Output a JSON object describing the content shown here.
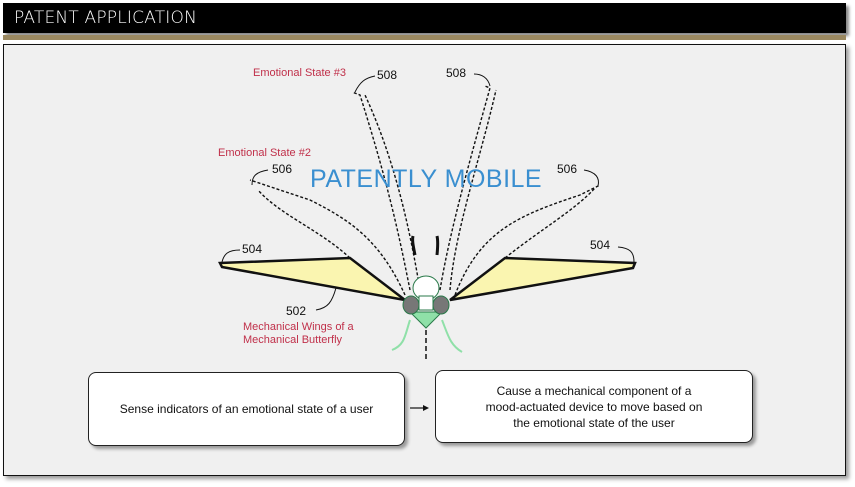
{
  "header": {
    "title": "PATENT APPLICATION"
  },
  "watermark": "PATENTLY MOBILE",
  "labels": {
    "state3": "Emotional State #3",
    "state2": "Emotional State #2",
    "wings": "Mechanical Wings of a",
    "wings2": "Mechanical Butterfly",
    "r508a": "508",
    "r508b": "508",
    "r506a": "506",
    "r506b": "506",
    "r504a": "504",
    "r504b": "504",
    "r502": "502"
  },
  "flow": {
    "step1": "Sense indicators of an emotional state of a user",
    "step2_l1": "Cause a mechanical component of a",
    "step2_l2": "mood-actuated device to move based on",
    "step2_l3": "the emotional state of the user"
  },
  "colors": {
    "wing": "#faf5b0",
    "body": "#8fe0a8",
    "accent": "#c0304a"
  }
}
